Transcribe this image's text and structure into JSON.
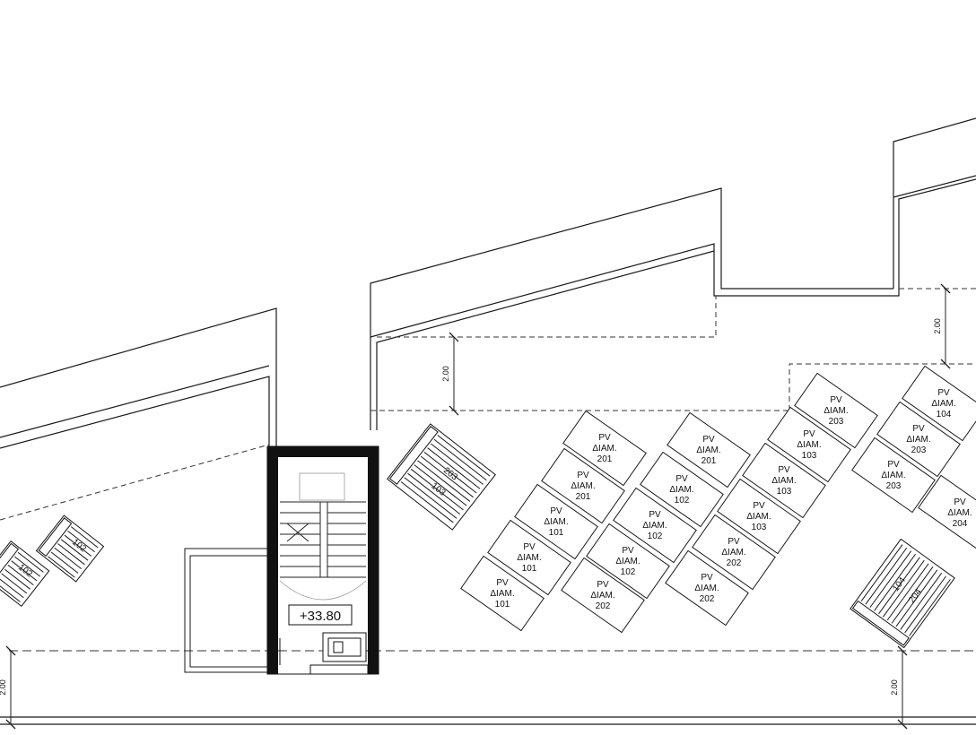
{
  "level_label": "+33.80",
  "dimension_label": "2.00",
  "pv_prefix": "PV",
  "pv_abbrev": "ΔIAM.",
  "panel_groups": [
    {
      "id": "group-a",
      "panels": [
        "101",
        "101",
        "101",
        "201",
        "201"
      ]
    },
    {
      "id": "group-b",
      "panels": [
        "202",
        "102",
        "102",
        "102",
        "201"
      ]
    },
    {
      "id": "group-c",
      "panels": [
        "202",
        "202",
        "103",
        "103",
        "103",
        "203"
      ]
    },
    {
      "id": "group-d",
      "panels": [
        "203",
        "203",
        "104"
      ]
    },
    {
      "id": "group-e",
      "panels": [
        "204"
      ]
    }
  ],
  "tilted_arrays": [
    {
      "id": "array-left-1",
      "labels": [
        "102"
      ]
    },
    {
      "id": "array-left-2",
      "labels": [
        "102"
      ]
    },
    {
      "id": "array-mid",
      "labels": [
        "203",
        "103"
      ]
    },
    {
      "id": "array-right",
      "labels": [
        "104",
        "204"
      ]
    }
  ]
}
